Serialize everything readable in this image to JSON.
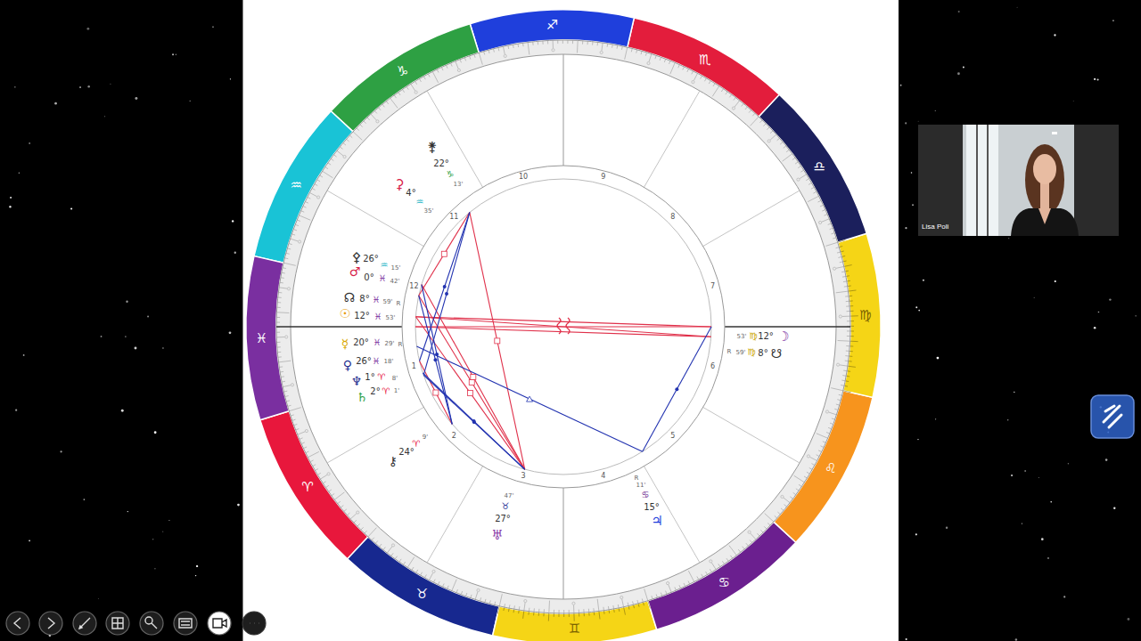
{
  "diagram": {
    "nodes": [
      {
        "text": [
          "Lisa Poli"
        ]
      }
    ],
    "labels": [
      "♈",
      "♉",
      "♊",
      "♋",
      "♌",
      "♍",
      "♎",
      "♏",
      "♐",
      "♑",
      "♒",
      "♓",
      "1",
      "2",
      "3",
      "4",
      "5",
      "6",
      "7",
      "8",
      "9",
      "10",
      "11",
      "12",
      "⚵",
      "22°",
      "♑",
      "13'",
      "⚳",
      "4°",
      "♒",
      "35'",
      "⚴",
      "26°",
      "♒",
      "15'",
      "♂",
      "0°",
      "♓",
      "42'",
      "☊",
      "8°",
      "♓",
      "59'",
      "R",
      "☉",
      "12°",
      "♓",
      "53'",
      "☿",
      "20°",
      "♓",
      "29'",
      "R",
      "♀",
      "26°",
      "♓",
      "18'",
      "♆",
      "1°",
      "♈",
      "8'",
      "♄",
      "2°",
      "♈",
      "1'",
      "⚷",
      "24°",
      "♈",
      "9'",
      "47'",
      "♉",
      "27°",
      "♅",
      "R",
      "11'",
      "♋",
      "15°",
      "♃",
      "53'",
      "♍",
      "12°",
      "☽",
      "R",
      "59'",
      "♍",
      "8°",
      "☋"
    ]
  }
}
